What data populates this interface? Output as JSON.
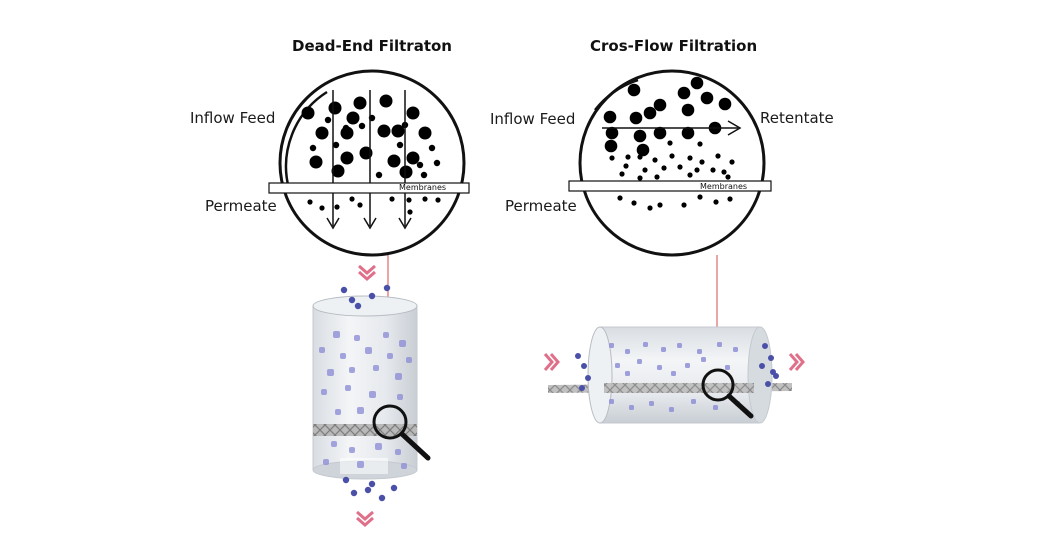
{
  "diagrams": [
    {
      "id": "dead-end",
      "title": "Dead-End Filtraton",
      "labels": {
        "inflow": "Inflow Feed",
        "permeate": "Permeate",
        "membrane": "Membranes"
      }
    },
    {
      "id": "cross-flow",
      "title": "Cros-Flow Filtration",
      "labels": {
        "inflow": "Inflow Feed",
        "permeate": "Permeate",
        "membrane": "Membranes",
        "retentate": "Retentate"
      }
    }
  ],
  "colors": {
    "outline": "#111111",
    "particle": "#000000",
    "leader_line": "#d94b4b",
    "flow_chevron": "#e0708a",
    "small_particle": "#4a4fa8",
    "soft_particle": "#8e8fd6",
    "vessel_fill": "#e7eaee",
    "mesh": "#8a8a8a"
  },
  "icons": {
    "magnifier": "magnifier-icon",
    "chevron": "double-chevron-icon"
  }
}
